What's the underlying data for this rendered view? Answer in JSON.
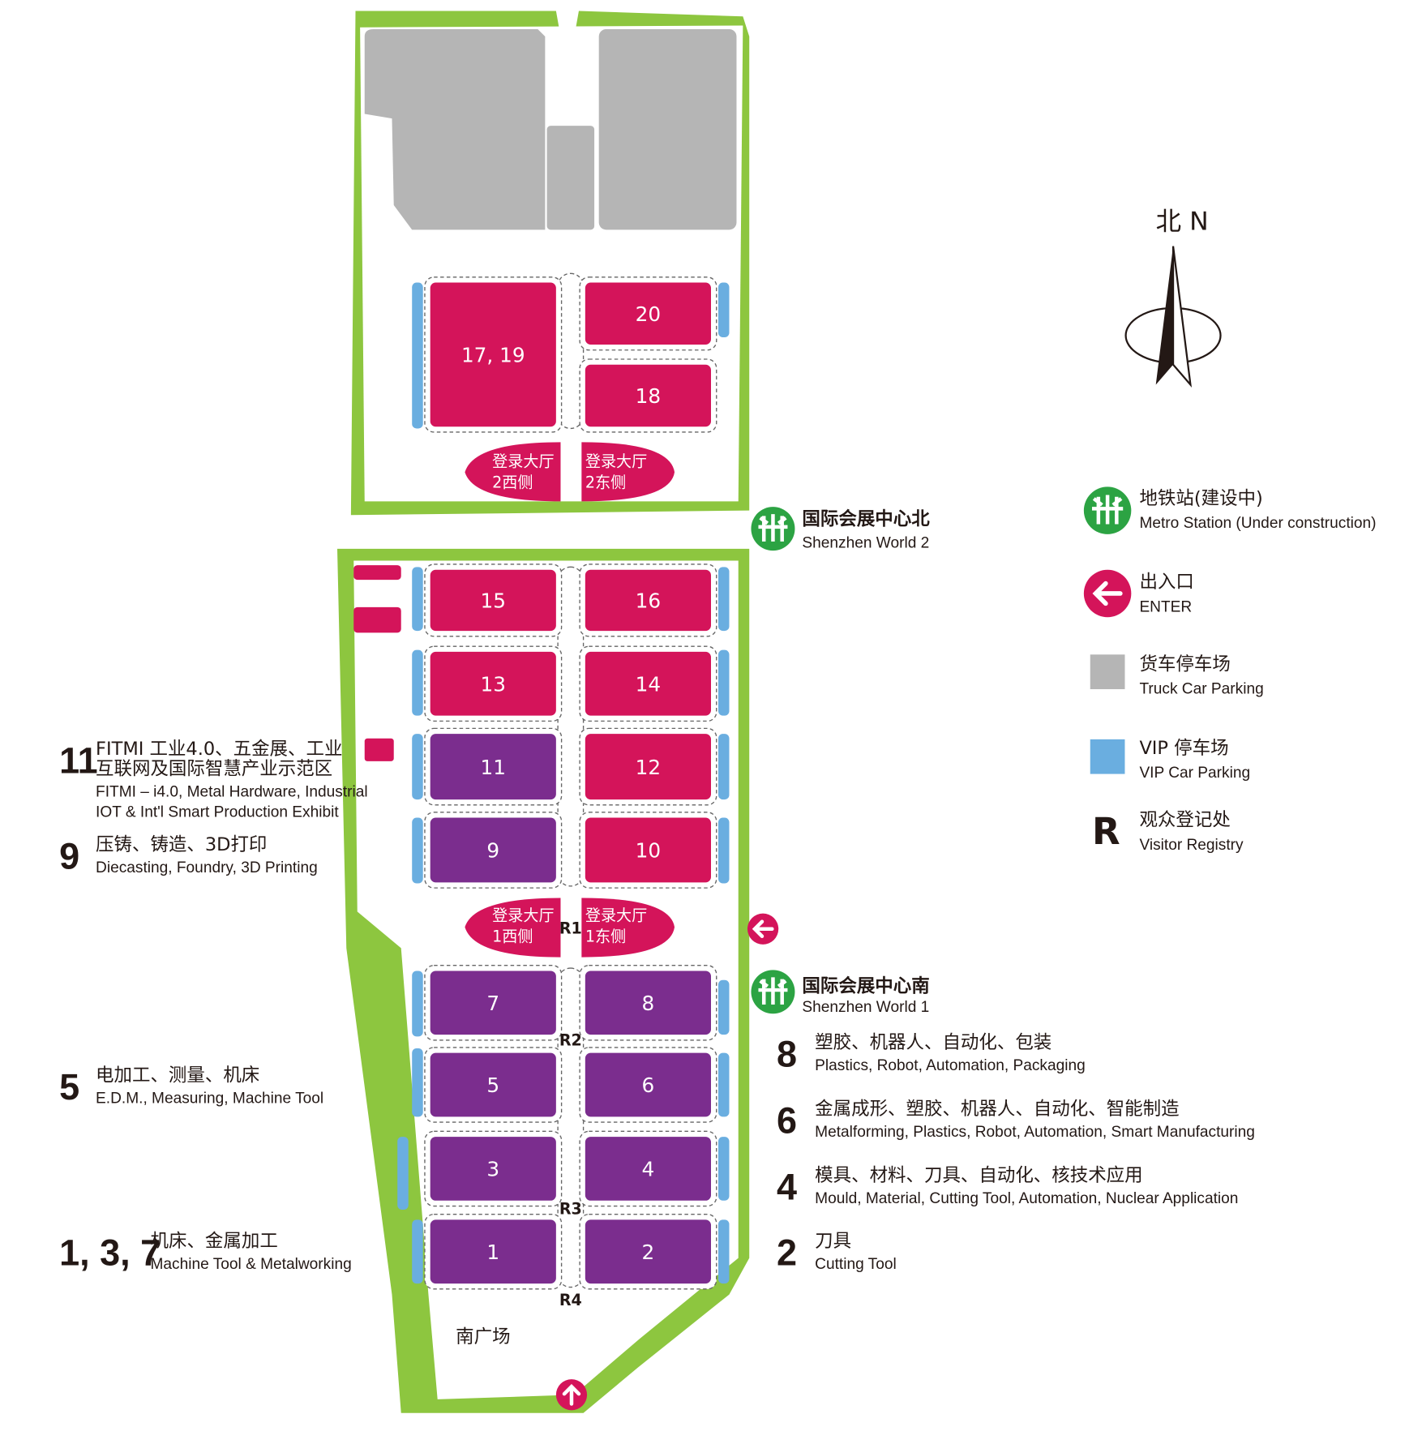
{
  "colors": {
    "green": "#8dc63f",
    "magenta": "#d4145a",
    "purple": "#7b2d8e",
    "gray": "#b5b5b5",
    "vip_blue": "#6aaee0",
    "metro_green": "#2ca343"
  },
  "halls": [
    {
      "label": "17, 19",
      "category": "magenta"
    },
    {
      "label": "20",
      "category": "magenta"
    },
    {
      "label": "18",
      "category": "magenta"
    },
    {
      "label": "15",
      "category": "magenta"
    },
    {
      "label": "16",
      "category": "magenta"
    },
    {
      "label": "13",
      "category": "magenta"
    },
    {
      "label": "14",
      "category": "magenta"
    },
    {
      "label": "11",
      "category": "purple"
    },
    {
      "label": "12",
      "category": "magenta"
    },
    {
      "label": "9",
      "category": "purple"
    },
    {
      "label": "10",
      "category": "magenta"
    },
    {
      "label": "7",
      "category": "purple"
    },
    {
      "label": "8",
      "category": "purple"
    },
    {
      "label": "5",
      "category": "purple"
    },
    {
      "label": "6",
      "category": "purple"
    },
    {
      "label": "3",
      "category": "purple"
    },
    {
      "label": "4",
      "category": "purple"
    },
    {
      "label": "1",
      "category": "purple"
    },
    {
      "label": "2",
      "category": "purple"
    }
  ],
  "lobbies": {
    "lobby2_west": [
      "登录大厅",
      "2西侧"
    ],
    "lobby2_east": [
      "登录大厅",
      "2东侧"
    ],
    "lobby1_west": [
      "登录大厅",
      "1西侧"
    ],
    "lobby1_east": [
      "登录大厅",
      "1东侧"
    ]
  },
  "registry": [
    "R1",
    "R2",
    "R3",
    "R4"
  ],
  "south_plaza": "南广场",
  "stations": [
    {
      "cn": "国际会展中心北",
      "en": "Shenzhen World 2"
    },
    {
      "cn": "国际会展中心南",
      "en": "Shenzhen World 1"
    }
  ],
  "compass": {
    "label": "北 N"
  },
  "legend": [
    {
      "icon": "metro-icon",
      "cn": "地铁站(建设中)",
      "en": "Metro Station (Under construction)"
    },
    {
      "icon": "enter-arrow-icon",
      "cn": "出入口",
      "en": "ENTER"
    },
    {
      "icon": "gray-square",
      "cn": "货车停车场",
      "en": "Truck Car Parking"
    },
    {
      "icon": "blue-square",
      "cn": "VIP 停车场",
      "en": "VIP Car Parking"
    },
    {
      "icon": "R",
      "cn": "观众登记处",
      "en": "Visitor Registry"
    }
  ],
  "exhibits_left": [
    {
      "num": "11",
      "lines": [
        "FITMI 工业4.0、五金展、工业",
        "互联网及国际智慧产业示范区",
        "FITMI – i4.0, Metal Hardware, Industrial",
        "IOT & Int'l Smart Production Exhibit"
      ]
    },
    {
      "num": "9",
      "lines": [
        "压铸、铸造、3D打印",
        "Diecasting,  Foundry,  3D Printing"
      ]
    },
    {
      "num": "5",
      "lines": [
        "电加工、测量、机床",
        "E.D.M., Measuring, Machine Tool"
      ]
    },
    {
      "num": "1, 3, 7",
      "lines": [
        "机床、金属加工",
        "Machine Tool & Metalworking"
      ]
    }
  ],
  "exhibits_right": [
    {
      "num": "8",
      "lines": [
        "塑胶、机器人、自动化、包装",
        "Plastics,  Robot,  Automation,  Packaging"
      ]
    },
    {
      "num": "6",
      "lines": [
        "金属成形、塑胶、机器人、自动化、智能制造",
        "Metalforming,  Plastics,  Robot,  Automation,  Smart Manufacturing"
      ]
    },
    {
      "num": "4",
      "lines": [
        "模具、材料、刀具、自动化、核技术应用",
        "Mould,  Material, Cutting Tool,  Automation,  Nuclear Application"
      ]
    },
    {
      "num": "2",
      "lines": [
        "刀具",
        "Cutting Tool"
      ]
    }
  ]
}
